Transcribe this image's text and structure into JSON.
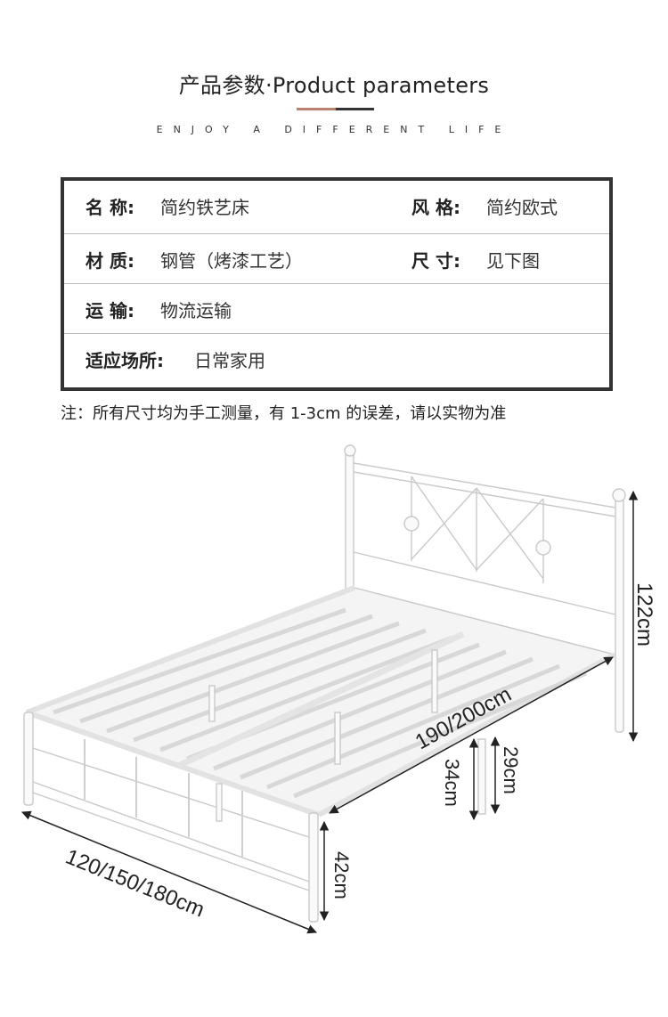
{
  "header": {
    "title": "产品参数·Product parameters",
    "tagline": "ENJOY A DIFFERENT LIFE"
  },
  "params": {
    "name_label": "名 称:",
    "name_value": "简约铁艺床",
    "style_label": "风 格:",
    "style_value": "简约欧式",
    "material_label": "材 质:",
    "material_value": "钢管（烤漆工艺）",
    "size_label": "尺 寸:",
    "size_value": "见下图",
    "shipping_label": "运 输:",
    "shipping_value": "物流运输",
    "place_label": "适应场所:",
    "place_value": "日常家用"
  },
  "note": "注：所有尺寸均为手工测量，有 1-3cm 的误差，请以实物为准",
  "dimensions": {
    "headboard_height": "122cm",
    "length": "190/200cm",
    "height_34": "34cm",
    "height_29": "29cm",
    "width": "120/150/180cm",
    "footboard_height": "42cm"
  },
  "colors": {
    "accent_brown": "#b9826e",
    "frame_dark": "#333333",
    "bed_white": "#ffffff"
  }
}
